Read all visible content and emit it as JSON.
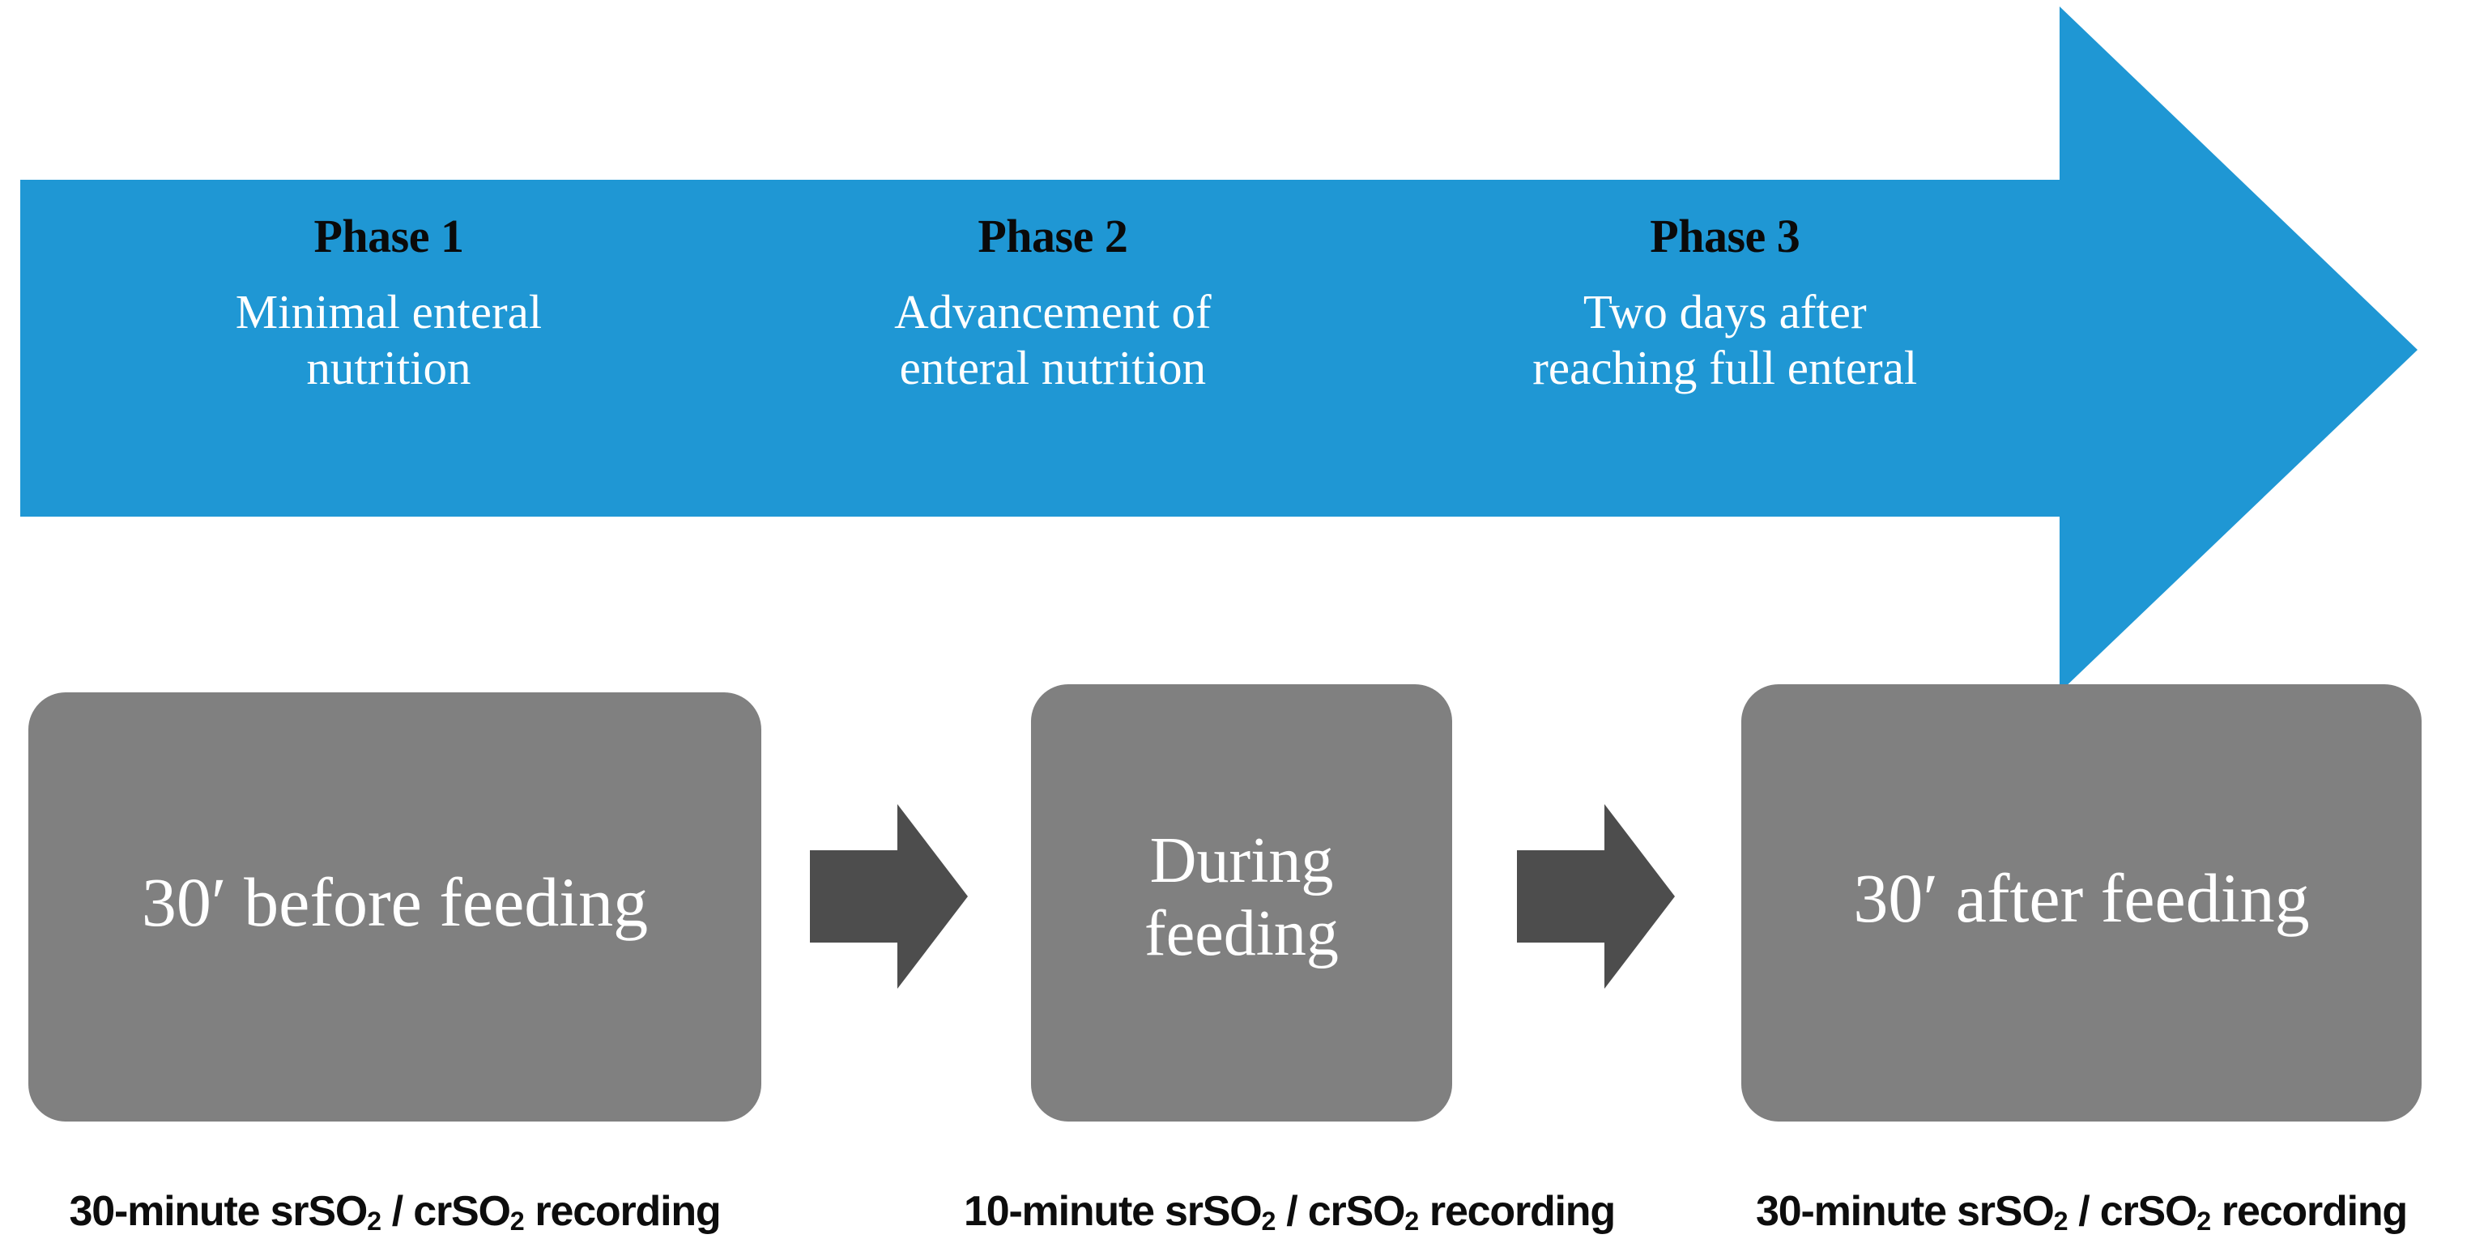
{
  "figure": {
    "title": "Study feeding phases and NIRS recording timeline",
    "background_color": "#ffffff"
  },
  "colors": {
    "timeline_arrow": "#1f97d4",
    "box_fill": "#808080",
    "connector_arrow": "#4d4d4d",
    "phase_title_text": "#0a0a0a",
    "phase_desc_text": "#ffffff",
    "box_label_text": "#ffffff",
    "caption_text": "#0d0d0d"
  },
  "timeline": {
    "icon": "right-block-arrow",
    "phases": [
      {
        "title": "Phase 1",
        "description": "Minimal enteral\nnutrition"
      },
      {
        "title": "Phase 2",
        "description": "Advancement of\nenteral nutrition"
      },
      {
        "title": "Phase 3",
        "description": "Two days after\nreaching full enteral"
      }
    ]
  },
  "steps": [
    {
      "label": "30′ before feeding",
      "caption_prefix": "30-minute srSO",
      "caption_sub1": "2",
      "caption_mid": " / crSO",
      "caption_sub2": "2",
      "caption_suffix": " recording"
    },
    {
      "label": "During\nfeeding",
      "caption_prefix": "10-minute srSO",
      "caption_sub1": "2",
      "caption_mid": " / crSO",
      "caption_sub2": "2",
      "caption_suffix": " recording"
    },
    {
      "label": "30′ after feeding",
      "caption_prefix": "30-minute srSO",
      "caption_sub1": "2",
      "caption_mid": " / crSO",
      "caption_sub2": "2",
      "caption_suffix": " recording"
    }
  ],
  "connectors": [
    {
      "icon": "right-arrow"
    },
    {
      "icon": "right-arrow"
    }
  ]
}
